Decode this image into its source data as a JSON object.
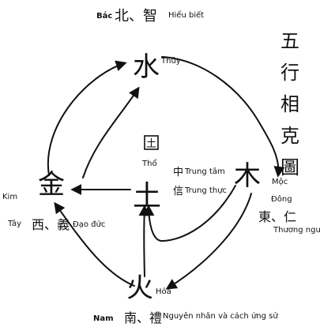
{
  "north": {
    "label": "Bắc",
    "hanzi": "北、智",
    "meaning": "Hiểu biết"
  },
  "south": {
    "label": "Nam",
    "hanzi": "南、禮",
    "meaning": "Nguyên nhân và cách ứng sử"
  },
  "east": {
    "label": "Đông",
    "hanzi": "東、仁",
    "meaning": "Thương người"
  },
  "west": {
    "label": "Tây",
    "hanzi": "西、義",
    "meaning": "Đạo đức"
  },
  "center_labels": {
    "faith_hanzi": "信",
    "faith": "Trung thực",
    "heart_hanzi": "中",
    "heart": "Trung tâm"
  },
  "vertical_title": [
    "五",
    "行",
    "相",
    "克",
    "圖"
  ],
  "elements": {
    "water": {
      "hanzi": "水",
      "label": "Thủy"
    },
    "wood": {
      "hanzi": "木",
      "label": "Mộc"
    },
    "fire": {
      "hanzi": "火",
      "label": "Hỏa"
    },
    "earth": {
      "hanzi": "土",
      "label": "Thổ"
    },
    "metal": {
      "hanzi": "金",
      "label": "Kim"
    }
  },
  "seal_glyph": "土",
  "colors": {
    "ink": "#111111",
    "background": "#ffffff"
  }
}
